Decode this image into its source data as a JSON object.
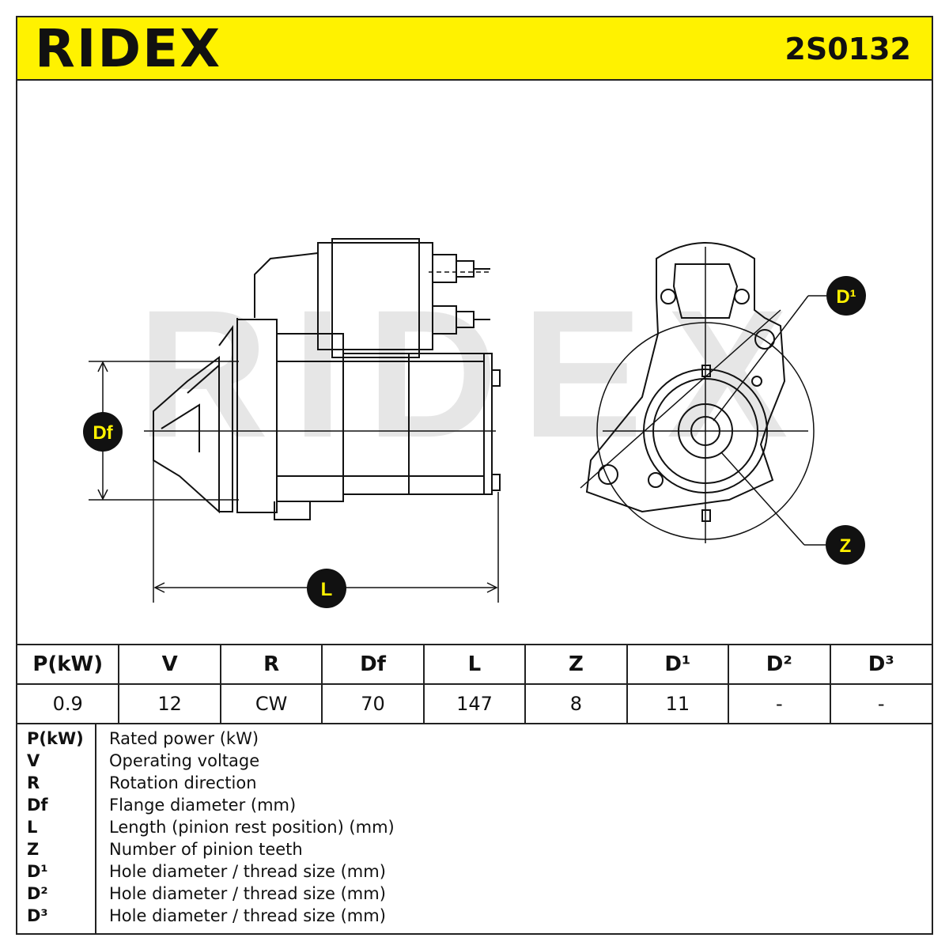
{
  "header": {
    "brand": "RIDEX",
    "part_number": "2S0132"
  },
  "drawing": {
    "watermark": "RIDEX",
    "labels": {
      "df": "Df",
      "l": "L",
      "d1": "D¹",
      "z": "Z"
    },
    "badge_color": "#111111",
    "badge_text_color": "#fff200"
  },
  "spec_table": {
    "headers": [
      "P(kW)",
      "V",
      "R",
      "Df",
      "L",
      "Z",
      "D¹",
      "D²",
      "D³"
    ],
    "values": [
      "0.9",
      "12",
      "CW",
      "70",
      "147",
      "8",
      "11",
      "-",
      "-"
    ]
  },
  "legend": [
    {
      "key": "P(kW)",
      "desc": "Rated power (kW)"
    },
    {
      "key": "V",
      "desc": "Operating voltage"
    },
    {
      "key": "R",
      "desc": "Rotation direction"
    },
    {
      "key": "Df",
      "desc": "Flange diameter (mm)"
    },
    {
      "key": "L",
      "desc": "Length (pinion rest position) (mm)"
    },
    {
      "key": "Z",
      "desc": "Number of pinion teeth"
    },
    {
      "key": "D¹",
      "desc": "Hole diameter / thread size (mm)"
    },
    {
      "key": "D²",
      "desc": "Hole diameter / thread size (mm)"
    },
    {
      "key": "D³",
      "desc": "Hole diameter / thread size (mm)"
    }
  ],
  "colors": {
    "header_bg": "#fff200",
    "ink": "#111111",
    "watermark": "#e6e6e6"
  }
}
